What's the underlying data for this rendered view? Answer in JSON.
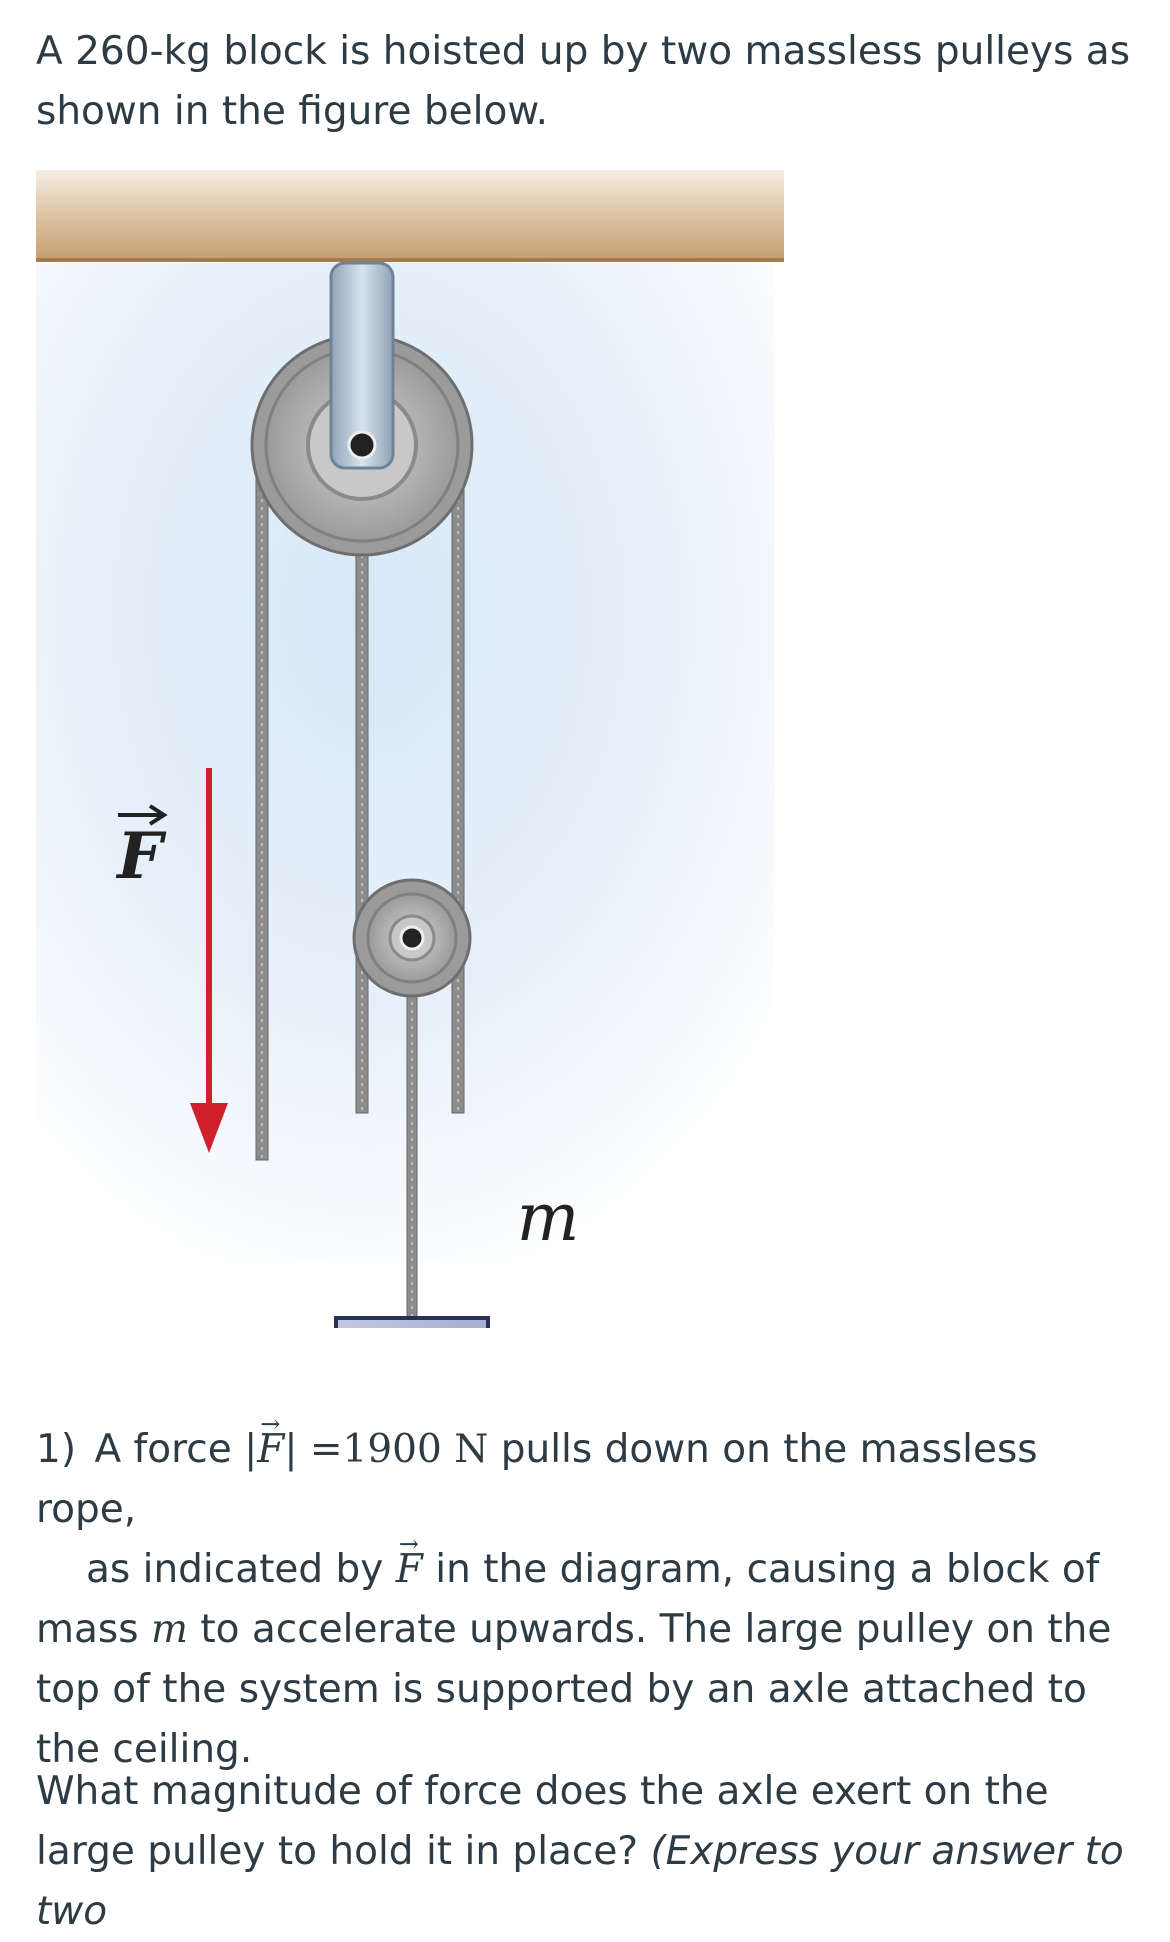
{
  "intro": {
    "text": "A 260-kg block is hoisted up by two massless pulleys as shown in the figure below."
  },
  "figure": {
    "force_label": "F",
    "mass_label": "m",
    "colors": {
      "ceiling": "#c9a57a",
      "background_glow": "#d8e8f7",
      "pulley": "#9a9a9a",
      "rope": "#8a8a8a",
      "block": "#aab0cc",
      "arrow": "#d0202a"
    }
  },
  "question": {
    "number": "1)",
    "pre": "A force",
    "abs_open": "|",
    "vector": "F",
    "abs_close": "|",
    "equals": "=1900",
    "unit": "N",
    "post": "pulls down on the massless rope,",
    "line2_pre": "as indicated by",
    "line2_vector": "F",
    "line2_post": "in the diagram, causing a block of",
    "line3_pre": "mass",
    "line3_var": "m",
    "line3_post": "to accelerate upwards. The large pulley on the top of the system is supported by an axle attached to the ceiling."
  },
  "question2": {
    "text": "What magnitude of force does the axle exert on the large pulley to hold it in place?",
    "italic": "(Express your answer to two"
  }
}
